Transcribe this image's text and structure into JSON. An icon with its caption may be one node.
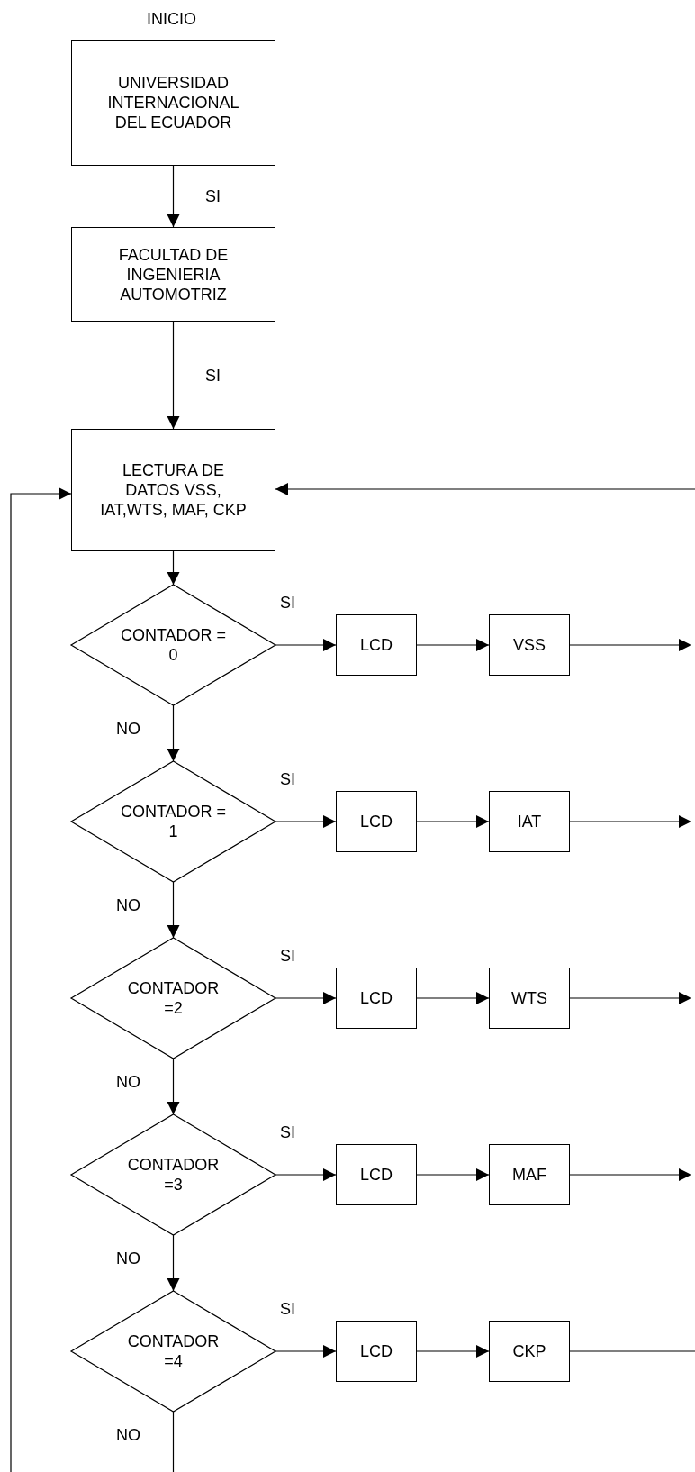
{
  "diagram": {
    "nodes": [
      {
        "text": [
          "UNIVERSIDAD INTERNACIONAL DEL ECUADOR"
        ]
      },
      {
        "text": [
          "FACULTAD DE INGENIERIA AUTOMOTRIZ"
        ]
      },
      {
        "text": [
          "LECTURA DE DATOS VSS, IAT,WTS, MAF, CKP"
        ]
      },
      {
        "text": [
          "CONTADOR = 0"
        ]
      },
      {
        "text": [
          "LCD"
        ]
      },
      {
        "text": [
          "VSS"
        ]
      },
      {
        "text": [
          "CONTADOR = 1"
        ]
      },
      {
        "text": [
          "LCD"
        ]
      },
      {
        "text": [
          "IAT"
        ]
      },
      {
        "text": [
          "CONTADOR =2"
        ]
      },
      {
        "text": [
          "LCD"
        ]
      },
      {
        "text": [
          "WTS"
        ]
      },
      {
        "text": [
          "CONTADOR =3"
        ]
      },
      {
        "text": [
          "LCD"
        ]
      },
      {
        "text": [
          "MAF"
        ]
      },
      {
        "text": [
          "CONTADOR =4"
        ]
      },
      {
        "text": [
          "LCD"
        ]
      },
      {
        "text": [
          "CKP"
        ]
      }
    ],
    "edges": [
      {
        "from": 0,
        "to": 1,
        "arrow": "to",
        "label": "SI"
      },
      {
        "from": 1,
        "to": 2,
        "arrow": "to",
        "label": "SI"
      },
      {
        "from": 2,
        "to": 3,
        "arrow": "to"
      },
      {
        "from": 3,
        "to": 4,
        "arrow": "to",
        "label": "SI"
      },
      {
        "from": 4,
        "to": 5,
        "arrow": "to"
      },
      {
        "from": 5,
        "to": null,
        "arrow": "to"
      },
      {
        "from": 3,
        "to": 6,
        "arrow": "to",
        "label": "NO"
      },
      {
        "from": 6,
        "to": 7,
        "arrow": "to",
        "label": "SI"
      },
      {
        "from": 7,
        "to": 8,
        "arrow": "to"
      },
      {
        "from": 8,
        "to": null,
        "arrow": "to"
      },
      {
        "from": 6,
        "to": 9,
        "arrow": "to",
        "label": "NO"
      },
      {
        "from": 9,
        "to": 10,
        "arrow": "to",
        "label": "SI"
      },
      {
        "from": 10,
        "to": 11,
        "arrow": "to"
      },
      {
        "from": 11,
        "to": null,
        "arrow": "to"
      },
      {
        "from": 9,
        "to": 12,
        "arrow": "to",
        "label": "NO"
      },
      {
        "from": 12,
        "to": 13,
        "arrow": "to",
        "label": "SI"
      },
      {
        "from": 13,
        "to": 14,
        "arrow": "to"
      },
      {
        "from": 14,
        "to": null,
        "arrow": "to"
      },
      {
        "from": 12,
        "to": 15,
        "arrow": "to",
        "label": "NO"
      },
      {
        "from": 15,
        "to": 16,
        "arrow": "to",
        "label": "SI"
      },
      {
        "from": 16,
        "to": 17,
        "arrow": "to"
      },
      {
        "from": 17,
        "to": null,
        "arrow": "none"
      },
      {
        "from": 15,
        "to": null,
        "arrow": "none",
        "label": "NO"
      },
      {
        "from": null,
        "to": 2,
        "arrow": "to"
      },
      {
        "from": null,
        "to": 2,
        "arrow": "to"
      }
    ],
    "labels": [
      "INICIO"
    ]
  }
}
